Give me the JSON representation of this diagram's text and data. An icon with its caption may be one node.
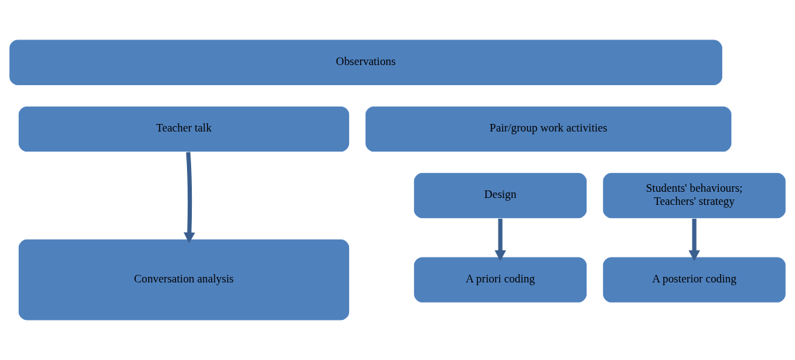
{
  "diagram": {
    "nodes": [
      {
        "text": [
          "Observations"
        ]
      },
      {
        "text": [
          "Teacher talk"
        ]
      },
      {
        "text": [
          "Pair/group work activities"
        ]
      },
      {
        "text": [
          "Design"
        ]
      },
      {
        "text": [
          "Students' behaviours; Teachers' strategy"
        ]
      },
      {
        "text": [
          "Conversation analysis"
        ]
      },
      {
        "text": [
          "A priori coding"
        ]
      },
      {
        "text": [
          "A posterior coding"
        ]
      }
    ],
    "edges": [
      {
        "from": 1,
        "to": 5,
        "arrow": "to"
      },
      {
        "from": 3,
        "to": 6,
        "arrow": "to"
      },
      {
        "from": 4,
        "to": 7,
        "arrow": "to"
      }
    ]
  }
}
